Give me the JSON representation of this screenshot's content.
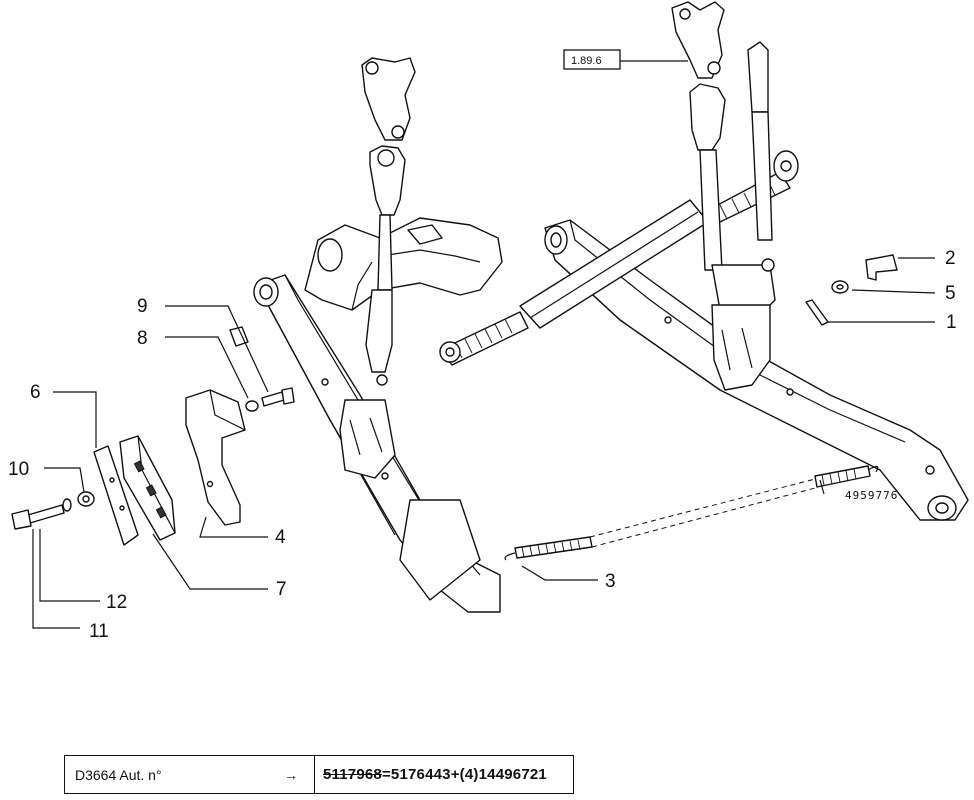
{
  "diagram": {
    "callouts": [
      "1",
      "2",
      "3",
      "4",
      "5",
      "6",
      "7",
      "8",
      "9",
      "10",
      "11",
      "12"
    ],
    "reference_box": "1.89.6",
    "part_stamp": "4959776"
  },
  "footer": {
    "code_label": "D3664 Aut. n°",
    "arrow": "→",
    "number_struck": "5117968",
    "number_rest": "=5176443+(4)14496721"
  }
}
